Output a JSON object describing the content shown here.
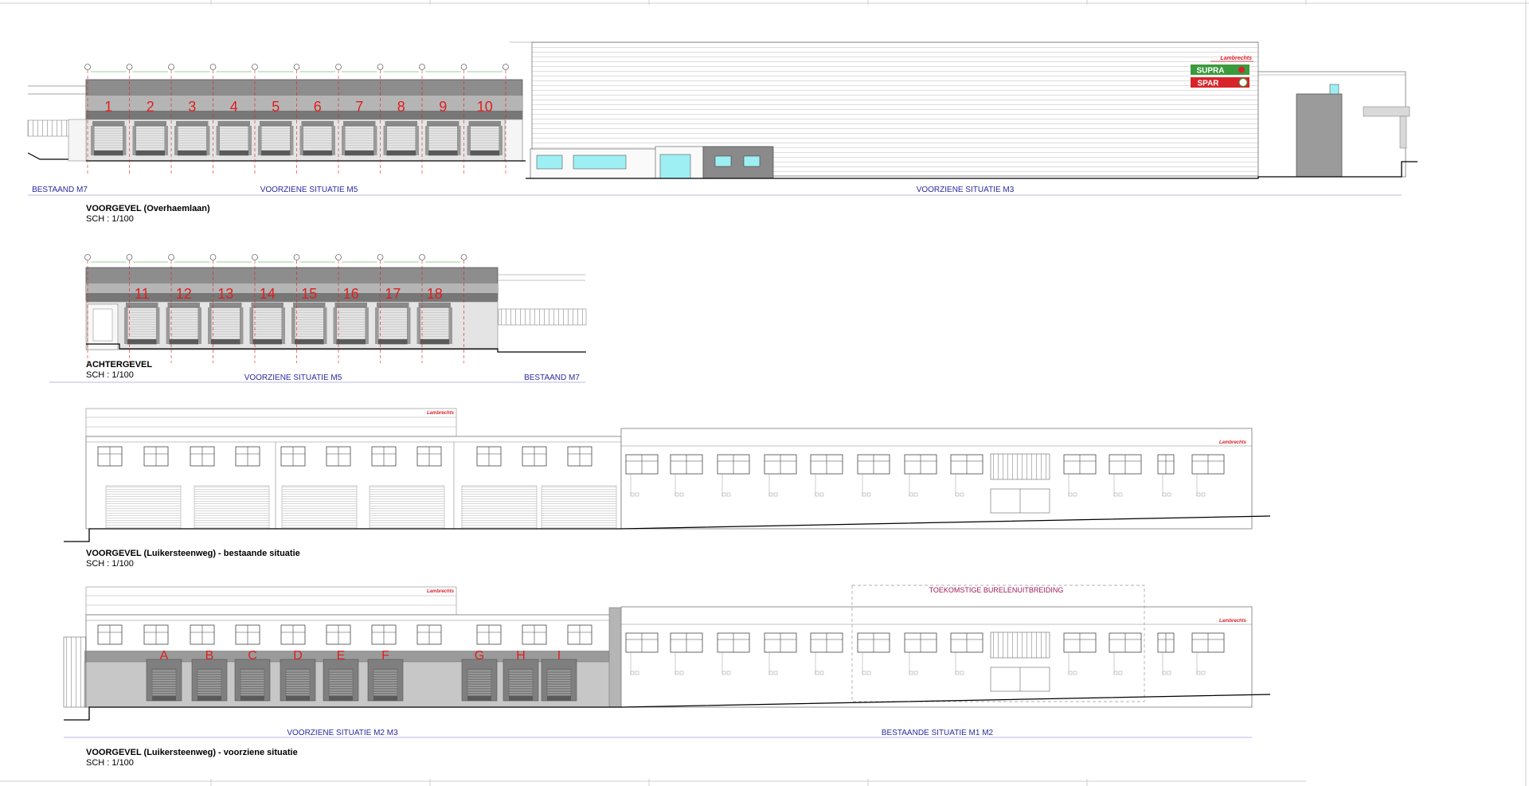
{
  "sheet": {
    "section_m5": "VOORZIENE SITUATIE  M5",
    "section_m7_front": "BESTAAND M7",
    "section_m3": "VOORZIENE SITUATIE  M3",
    "section_m5_back": "VOORZIENE SITUATIE M5",
    "section_m7_back": "BESTAAND  M7",
    "section_m2m3": "VOORZIENE SITUATIE M2 M3",
    "section_m1m2": "BESTAANDE SITUATIE M1 M2",
    "future_office": "TOEKOMSTIGE BURELENUITBREIDING"
  },
  "elevations": {
    "front_title": "VOORGEVEL (Overhaemlaan)",
    "front_scale": "SCH : 1/100",
    "back_title": "ACHTERGEVEL",
    "back_scale": "SCH : 1/100",
    "street_existing_title": "VOORGEVEL (Luikersteenweg) - bestaande situatie",
    "street_existing_scale": "SCH : 1/100",
    "street_planned_title": "VOORGEVEL (Luikersteenweg) - voorziene situatie",
    "street_planned_scale": "SCH : 1/100"
  },
  "front_docks": [
    "1",
    "2",
    "3",
    "4",
    "5",
    "6",
    "7",
    "8",
    "9",
    "10"
  ],
  "back_docks": [
    "11",
    "12",
    "13",
    "14",
    "15",
    "16",
    "17",
    "18"
  ],
  "street_docks": [
    "A",
    "B",
    "C",
    "D",
    "E",
    "F",
    "G",
    "H",
    "I"
  ],
  "brand": {
    "lambrechts": "Lambrechts",
    "supra": "SUPRA",
    "spar": "SPAR",
    "red": "#d8232a",
    "green": "#3a9a3c"
  },
  "colors": {
    "dock_number": "#e01e1e",
    "section_label": "#2a2aa0",
    "title": "#000000",
    "dim_green": "#2f9e2f"
  }
}
